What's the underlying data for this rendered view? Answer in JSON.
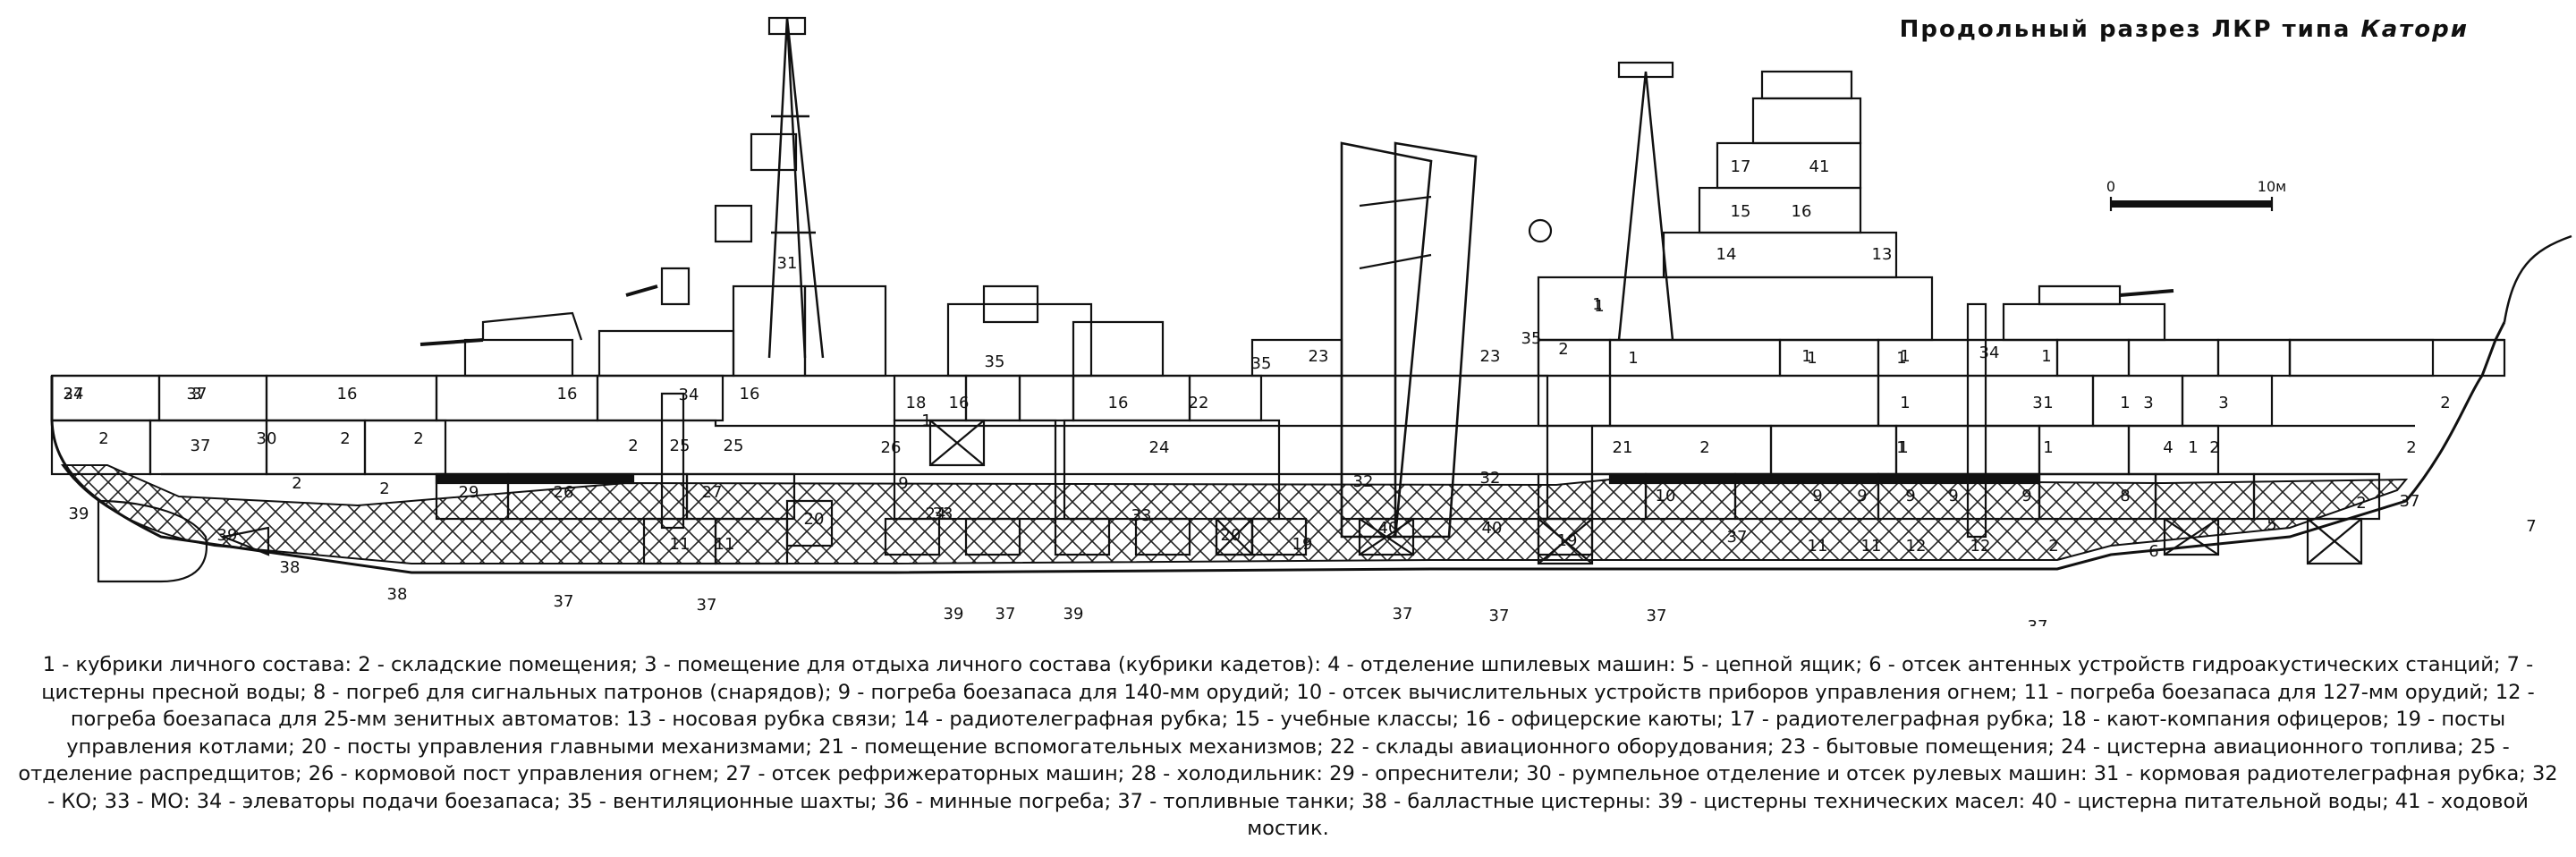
{
  "title": {
    "main": "Продольный разрез ЛКР типа",
    "ship": "Катори"
  },
  "scale": {
    "zero": "0",
    "ten": "10м"
  },
  "compartments": [
    {
      "label": "37"
    },
    {
      "label": "37"
    },
    {
      "label": "16"
    },
    {
      "label": "16"
    },
    {
      "label": "16"
    },
    {
      "label": "18"
    },
    {
      "label": "16"
    },
    {
      "label": "35"
    },
    {
      "label": "16"
    },
    {
      "label": "22"
    },
    {
      "label": "35"
    },
    {
      "label": "23"
    },
    {
      "label": "23"
    },
    {
      "label": "35"
    },
    {
      "label": "2"
    },
    {
      "label": "1"
    },
    {
      "label": "1"
    },
    {
      "label": "1"
    },
    {
      "label": "1"
    },
    {
      "label": "2"
    },
    {
      "label": "37"
    },
    {
      "label": "30"
    },
    {
      "label": "2"
    },
    {
      "label": "2"
    },
    {
      "label": "2"
    },
    {
      "label": "25"
    },
    {
      "label": "25"
    },
    {
      "label": "26"
    },
    {
      "label": "1"
    },
    {
      "label": "24"
    },
    {
      "label": "21"
    },
    {
      "label": "1"
    },
    {
      "label": "3"
    },
    {
      "label": "3"
    },
    {
      "label": "3"
    },
    {
      "label": "4"
    },
    {
      "label": "2"
    },
    {
      "label": "2"
    },
    {
      "label": "1"
    },
    {
      "label": "1"
    },
    {
      "label": "1"
    },
    {
      "label": "2"
    },
    {
      "label": "2"
    },
    {
      "label": "2"
    },
    {
      "label": "2"
    },
    {
      "label": "29"
    },
    {
      "label": "26"
    },
    {
      "label": "27"
    },
    {
      "label": "9"
    },
    {
      "label": "24"
    },
    {
      "label": "33"
    },
    {
      "label": "33"
    },
    {
      "label": "32"
    },
    {
      "label": "32"
    },
    {
      "label": "10"
    },
    {
      "label": "9"
    },
    {
      "label": "9"
    },
    {
      "label": "9"
    },
    {
      "label": "9"
    },
    {
      "label": "9"
    },
    {
      "label": "8"
    },
    {
      "label": "5"
    },
    {
      "label": "2"
    },
    {
      "label": "37"
    },
    {
      "label": "20"
    },
    {
      "label": "11"
    },
    {
      "label": "11"
    },
    {
      "label": "20"
    },
    {
      "label": "19"
    },
    {
      "label": "40"
    },
    {
      "label": "40"
    },
    {
      "label": "19"
    },
    {
      "label": "37"
    },
    {
      "label": "11"
    },
    {
      "label": "11"
    },
    {
      "label": "12"
    },
    {
      "label": "12"
    },
    {
      "label": "2"
    },
    {
      "label": "6"
    },
    {
      "label": "39"
    },
    {
      "label": "39"
    },
    {
      "label": "38"
    },
    {
      "label": "38"
    },
    {
      "label": "37"
    },
    {
      "label": "37"
    },
    {
      "label": "39"
    },
    {
      "label": "37"
    },
    {
      "label": "39"
    },
    {
      "label": "37"
    },
    {
      "label": "37"
    },
    {
      "label": "37"
    },
    {
      "label": "37"
    },
    {
      "label": "7"
    },
    {
      "label": "31"
    },
    {
      "label": "34"
    },
    {
      "label": "34"
    },
    {
      "label": "17"
    },
    {
      "label": "41"
    },
    {
      "label": "15"
    },
    {
      "label": "16"
    },
    {
      "label": "14"
    },
    {
      "label": "13"
    },
    {
      "label": "1"
    },
    {
      "label": "1"
    },
    {
      "label": "1"
    },
    {
      "label": "1"
    },
    {
      "label": "1"
    },
    {
      "label": "1"
    },
    {
      "label": "1"
    },
    {
      "label": "24"
    },
    {
      "label": "3"
    }
  ],
  "legend": [
    {
      "num": "1",
      "text": "кубрики личного состава: "
    },
    {
      "num": "2",
      "text": "складские помещения; "
    },
    {
      "num": "3",
      "text": "помещение для отдыха личного состава (кубрики кадетов): "
    },
    {
      "num": "4",
      "text": "отделение шпилевых машин: "
    },
    {
      "num": "5",
      "text": "цепной ящик; "
    },
    {
      "num": "6",
      "text": "отсек антенных устройств гидроакустических станций; "
    },
    {
      "num": "7",
      "text": "цистерны пресной воды; "
    },
    {
      "num": "8",
      "text": "погреб для сигнальных патронов (снарядов); "
    },
    {
      "num": "9",
      "text": "погреба боезапаса для 140-мм орудий; "
    },
    {
      "num": "10",
      "text": "отсек вычислительных устройств приборов управления огнем; "
    },
    {
      "num": "11",
      "text": "погреба боезапаса для 127-мм орудий; "
    },
    {
      "num": "12",
      "text": "погреба боезапаса для 25-мм зенитных автоматов: "
    },
    {
      "num": "13",
      "text": "носовая рубка связи; "
    },
    {
      "num": "14",
      "text": "радиотелеграфная рубка; "
    },
    {
      "num": "15",
      "text": "учебные классы; "
    },
    {
      "num": "16",
      "text": "офицерские каюты; "
    },
    {
      "num": "17",
      "text": "радиотелеграфная рубка; "
    },
    {
      "num": "18",
      "text": "кают-компания офицеров; "
    },
    {
      "num": "19",
      "text": "посты управления котлами; "
    },
    {
      "num": "20",
      "text": "посты управления главными механизмами; "
    },
    {
      "num": "21",
      "text": "помещение вспомогательных механизмов; "
    },
    {
      "num": "22",
      "text": "склады авиационного оборудования; "
    },
    {
      "num": "23",
      "text": "бытовые помещения; "
    },
    {
      "num": "24",
      "text": "цистерна авиационного топлива; "
    },
    {
      "num": "25",
      "text": "отделение распредщитов; "
    },
    {
      "num": "26",
      "text": "кормовой пост управления огнем; "
    },
    {
      "num": "27",
      "text": "отсек рефрижераторных машин; "
    },
    {
      "num": "28",
      "text": "холодильник: "
    },
    {
      "num": "29",
      "text": "опреснители; "
    },
    {
      "num": "30",
      "text": "румпельное отделение и отсек рулевых машин: "
    },
    {
      "num": "31",
      "text": "кормовая радиотелеграфная рубка; "
    },
    {
      "num": "32",
      "text": "КО; "
    },
    {
      "num": "33",
      "text": "МО: "
    },
    {
      "num": "34",
      "text": "элеваторы подачи боезапаса; "
    },
    {
      "num": "35",
      "text": "вентиляционные шахты; "
    },
    {
      "num": "36",
      "text": "минные погреба; "
    },
    {
      "num": "37",
      "text": "топливные танки; "
    },
    {
      "num": "38",
      "text": "балластные цистерны: "
    },
    {
      "num": "39",
      "text": "цистерны технических масел: "
    },
    {
      "num": "40",
      "text": "цистерна питательной воды; "
    },
    {
      "num": "41",
      "text": "ходовой мостик."
    }
  ]
}
